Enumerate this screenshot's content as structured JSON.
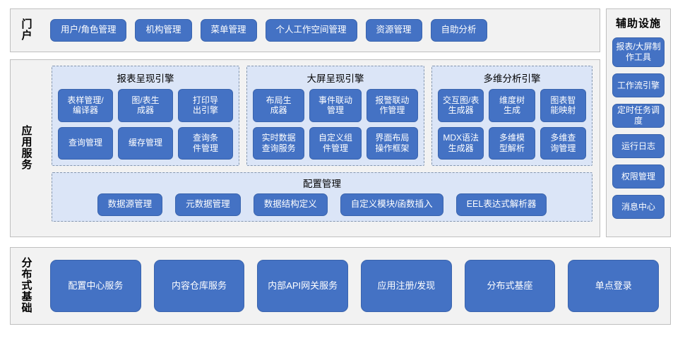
{
  "colors": {
    "button_fill": "#4472C4",
    "button_border": "#3A64AD",
    "panel_fill": "#DBE5F7",
    "panel_border": "#8497B0",
    "frame_fill": "#F2F2F2",
    "frame_border": "#BFBFBF",
    "page_background": "#FFFFFF",
    "text_on_button": "#FFFFFF"
  },
  "portal": {
    "label": "门户",
    "items": [
      "用户/角色管理",
      "机构管理",
      "菜单管理",
      "个人工作空间管理",
      "资源管理",
      "自助分析"
    ]
  },
  "app_services": {
    "label": "应用服务",
    "engines": [
      {
        "title": "报表呈现引擎",
        "items": [
          "表样管理/\n编译器",
          "图/表生\n成器",
          "打印导\n出引擎",
          "查询管理",
          "缓存管理",
          "查询条\n件管理"
        ]
      },
      {
        "title": "大屏呈现引擎",
        "items": [
          "布局生\n成器",
          "事件联动\n管理",
          "报警联动\n作管理",
          "实时数据\n查询服务",
          "自定义组\n件管理",
          "界面布局\n操作框架"
        ]
      },
      {
        "title": "多维分析引擎",
        "items": [
          "交互图/表\n生成器",
          "维度树\n生成",
          "图表智\n能映射",
          "MDX语法\n生成器",
          "多维模\n型解析",
          "多维查\n询管理"
        ]
      }
    ],
    "config": {
      "title": "配置管理",
      "items": [
        "数据源管理",
        "元数据管理",
        "数据结构定义",
        "自定义模块/函数插入",
        "EEL表达式解析器"
      ]
    }
  },
  "distributed_base": {
    "label": "分布式基础",
    "items": [
      "配置中心服务",
      "内容仓库服务",
      "内部API网关服务",
      "应用注册/发现",
      "分布式基座",
      "单点登录"
    ]
  },
  "aux_facilities": {
    "title": "辅助设施",
    "items": [
      {
        "label": "报表/大屏制\n作工具",
        "tall": true
      },
      {
        "label": "工作流引擎",
        "tall": false
      },
      {
        "label": "定时任务调度",
        "tall": false
      },
      {
        "label": "运行日志",
        "tall": false
      },
      {
        "label": "权限管理",
        "tall": false
      },
      {
        "label": "消息中心",
        "tall": false
      }
    ]
  }
}
